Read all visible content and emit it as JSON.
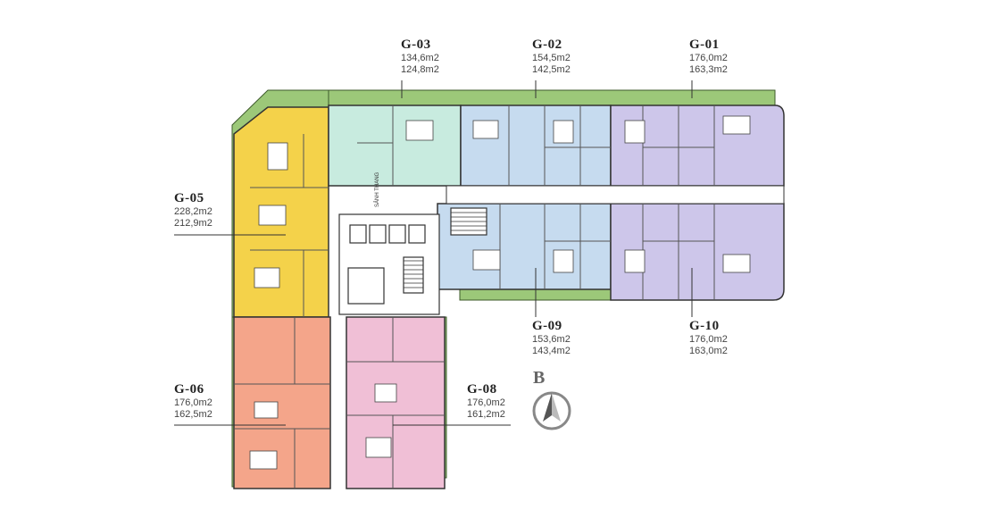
{
  "compass": {
    "letter": "B",
    "icon": "north-arrow-icon"
  },
  "core": {
    "elevator_label": "SẢNH THANG"
  },
  "units": [
    {
      "code": "G-01",
      "area1": "176,0m2",
      "area2": "163,3m2",
      "color": "#cdc6ea"
    },
    {
      "code": "G-02",
      "area1": "154,5m2",
      "area2": "142,5m2",
      "color": "#c6dbef"
    },
    {
      "code": "G-03",
      "area1": "134,6m2",
      "area2": "124,8m2",
      "color": "#c8ebdf"
    },
    {
      "code": "G-05",
      "area1": "228,2m2",
      "area2": "212,9m2",
      "color": "#f4d24a"
    },
    {
      "code": "G-06",
      "area1": "176,0m2",
      "area2": "162,5m2",
      "color": "#f4a58a"
    },
    {
      "code": "G-08",
      "area1": "176,0m2",
      "area2": "161,2m2",
      "color": "#f0bfd6"
    },
    {
      "code": "G-09",
      "area1": "153,6m2",
      "area2": "143,4m2",
      "color": "#c6dbef"
    },
    {
      "code": "G-10",
      "area1": "176,0m2",
      "area2": "163,0m2",
      "color": "#cdc6ea"
    }
  ],
  "colors": {
    "balcony": "#8fc06a",
    "wall": "#333333",
    "core": "#ffffff"
  }
}
